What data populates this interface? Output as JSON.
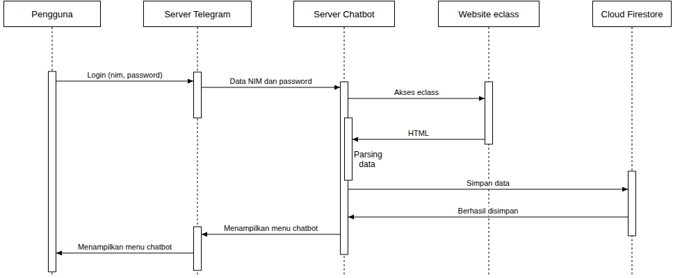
{
  "diagram": {
    "nodes": [
      {
        "text": [
          "Pengguna"
        ]
      },
      {
        "text": [
          "Server Telegram"
        ]
      },
      {
        "text": [
          "Server Chatbot"
        ]
      },
      {
        "text": [
          "Website eclass"
        ]
      },
      {
        "text": [
          "Cloud Firestore"
        ]
      }
    ],
    "edges": [
      {
        "from": 0,
        "to": 1,
        "label": "Login (nim, password)",
        "arrow": "to"
      },
      {
        "from": 1,
        "to": 2,
        "label": "Data NIM dan password",
        "arrow": "to"
      },
      {
        "from": 2,
        "to": 3,
        "label": "Akses eclass",
        "arrow": "to"
      },
      {
        "from": 3,
        "to": 2,
        "label": "HTML",
        "arrow": "to"
      },
      {
        "from": 2,
        "to": 4,
        "label": "Simpan data",
        "arrow": "to"
      },
      {
        "from": 4,
        "to": 2,
        "label": "Berhasil disimpan",
        "arrow": "to"
      },
      {
        "from": 2,
        "to": 1,
        "label": "Menampilkan menu chatbot",
        "arrow": "to"
      },
      {
        "from": 1,
        "to": 0,
        "label": "Menampilkan menu chatbot",
        "arrow": "to"
      }
    ],
    "labels": [
      "Parsing data"
    ]
  }
}
